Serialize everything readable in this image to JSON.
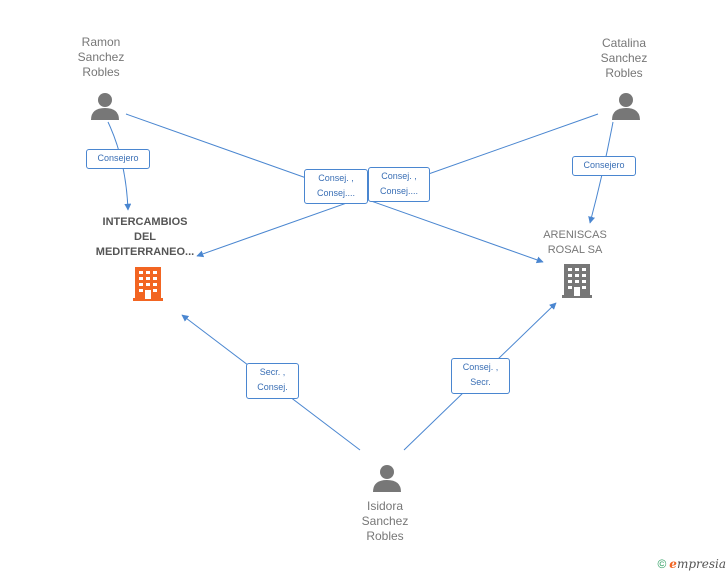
{
  "nodes": {
    "ramon": "Ramon\nSanchez\nRobles",
    "catalina": "Catalina\nSanchez\nRobles",
    "isidora": "Isidora\nSanchez\nRobles",
    "intercambios": "INTERCAMBIOS\nDEL\nMEDITERRANEO...",
    "areniscas": "ARENISCAS\nROSAL SA"
  },
  "edges": {
    "ramon_intercambios": "Consejero",
    "catalina_areniscas": "Consejero",
    "ramon_areniscas": "Consej. ,\nConsej....",
    "catalina_intercambios": "Consej. ,\nConsej....",
    "isidora_intercambios": "Secr. ,\nConsej.",
    "isidora_areniscas": "Consej. ,\nSecr."
  },
  "colors": {
    "edge": "#4a86d0",
    "person_icon": "#777777",
    "main_company": "#f26522",
    "other_company": "#777777"
  },
  "icons": {
    "person": "person-icon",
    "company": "building-icon"
  },
  "footer": {
    "copyright": "©",
    "brand_initial": "e",
    "brand_rest": "mpresia"
  }
}
